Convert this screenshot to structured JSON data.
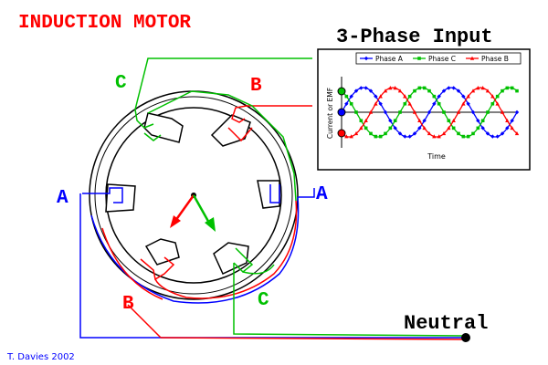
{
  "title": "INDUCTION MOTOR",
  "input_title": "3-Phase Input",
  "neutral_label": "Neutral",
  "credit": "T. Davies 2002",
  "coil_labels": {
    "c_top": "C",
    "b_top": "B",
    "a_left": "A",
    "a_right": "A",
    "b_bottom": "B",
    "c_bottom": "C"
  },
  "phase_colors": {
    "A": "#0000ff",
    "B": "#ff0000",
    "C": "#00c000",
    "title": "#ff0000"
  },
  "chart_data": {
    "type": "line",
    "title": "",
    "xlabel": "Time",
    "ylabel": "Current or EMF",
    "legend_position": "top",
    "series": [
      {
        "name": "Phase A",
        "color": "#0000ff",
        "marker": "diamond",
        "phase_deg": 0
      },
      {
        "name": "Phase C",
        "color": "#00c000",
        "marker": "square",
        "phase_deg": 120
      },
      {
        "name": "Phase B",
        "color": "#ff0000",
        "marker": "triangle",
        "phase_deg": 240
      }
    ],
    "x_range_deg": [
      0,
      720
    ],
    "y_range": [
      -1,
      1
    ]
  }
}
